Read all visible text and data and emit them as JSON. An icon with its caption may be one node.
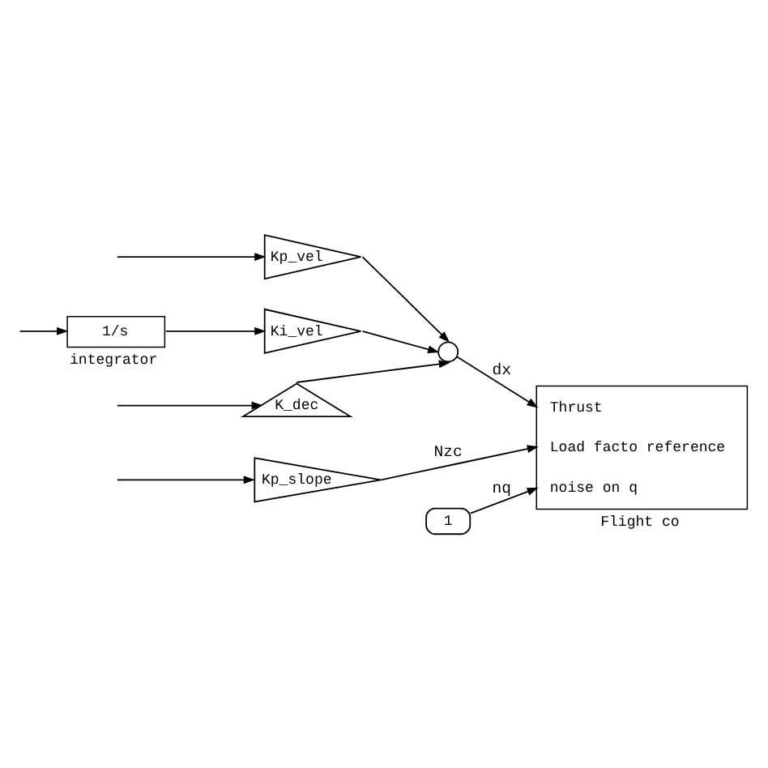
{
  "diagram": {
    "nodes": [
      {
        "text": [
          "Kp_vel"
        ]
      },
      {
        "text": [
          "1/s"
        ],
        "beside": [
          "integrator"
        ]
      },
      {
        "text": [
          "Ki_vel"
        ]
      },
      {
        "text": [],
        "shape": "circle"
      },
      {
        "text": [
          "K_dec"
        ]
      },
      {
        "text": [
          "Kp_slope"
        ]
      },
      {
        "text": [
          "1"
        ]
      },
      {
        "text": [
          "Thrust",
          "Load facto reference",
          "noise on q"
        ],
        "beside": [
          "Flight co"
        ]
      }
    ],
    "edges": [
      {
        "from": null,
        "to": 0,
        "arrow": "to"
      },
      {
        "from": null,
        "to": 1,
        "arrow": "to"
      },
      {
        "from": 1,
        "to": 2,
        "arrow": "to"
      },
      {
        "from": 0,
        "to": 3,
        "arrow": "to"
      },
      {
        "from": 2,
        "to": 3,
        "arrow": "to"
      },
      {
        "from": 4,
        "to": 3,
        "arrow": "to"
      },
      {
        "from": 3,
        "to": 7,
        "arrow": "to",
        "label": "dx"
      },
      {
        "from": null,
        "to": 5,
        "arrow": "to"
      },
      {
        "from": null,
        "to": 4,
        "arrow": "to"
      },
      {
        "from": 5,
        "to": 7,
        "arrow": "to",
        "label": "Nzc"
      },
      {
        "from": 6,
        "to": 7,
        "arrow": "to",
        "label": "nq"
      }
    ]
  }
}
